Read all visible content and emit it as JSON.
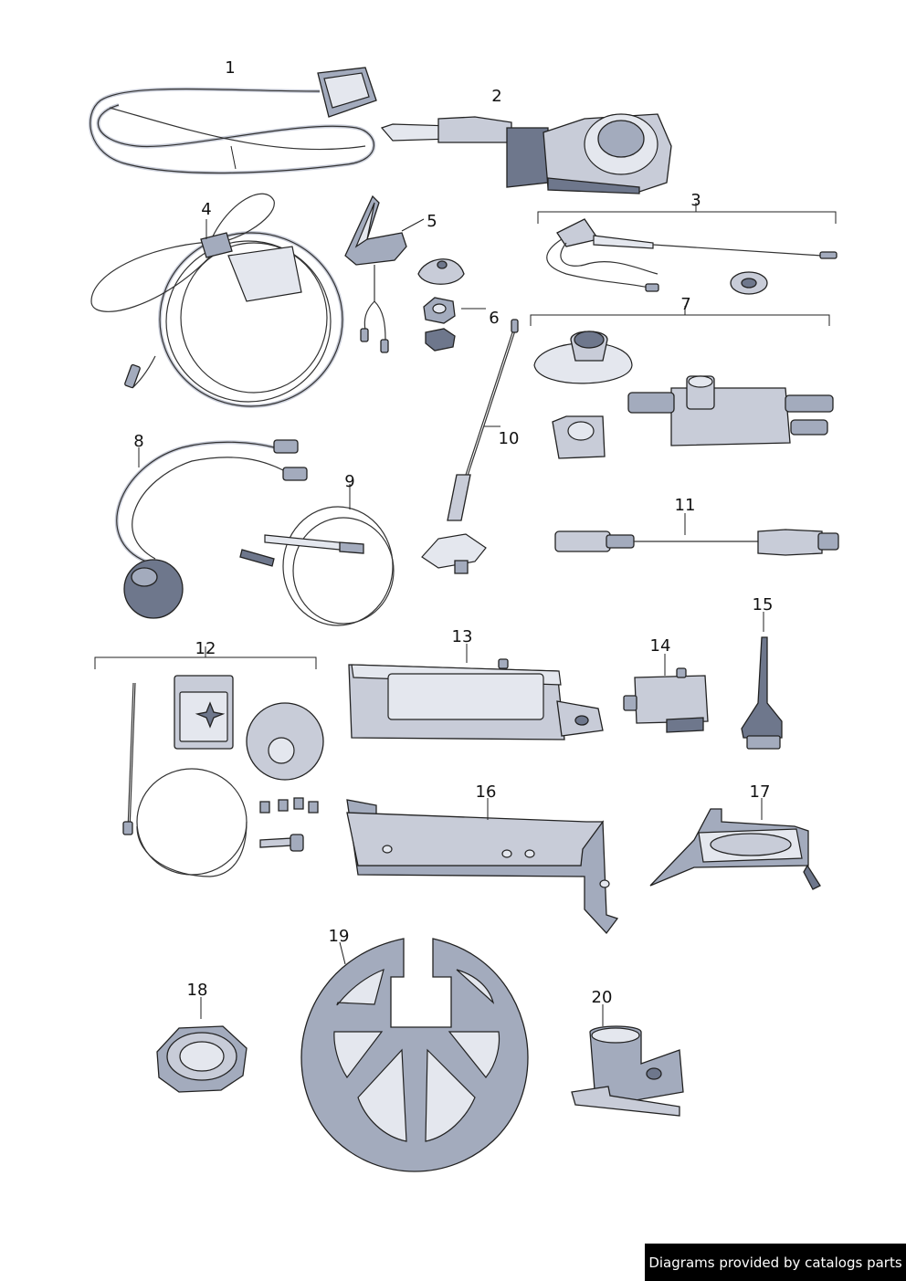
{
  "callouts": [
    "1",
    "2",
    "3",
    "4",
    "5",
    "6",
    "7",
    "8",
    "9",
    "10",
    "11",
    "12",
    "13",
    "14",
    "15",
    "16",
    "17",
    "18",
    "19",
    "20"
  ],
  "watermark": "Diagrams provided by catalogs parts",
  "colors": {
    "part_fill": "#c8ccd8",
    "part_dark": "#6e778c",
    "outline": "#222222",
    "watermark_bg": "#000000",
    "watermark_fg": "#ffffff"
  }
}
